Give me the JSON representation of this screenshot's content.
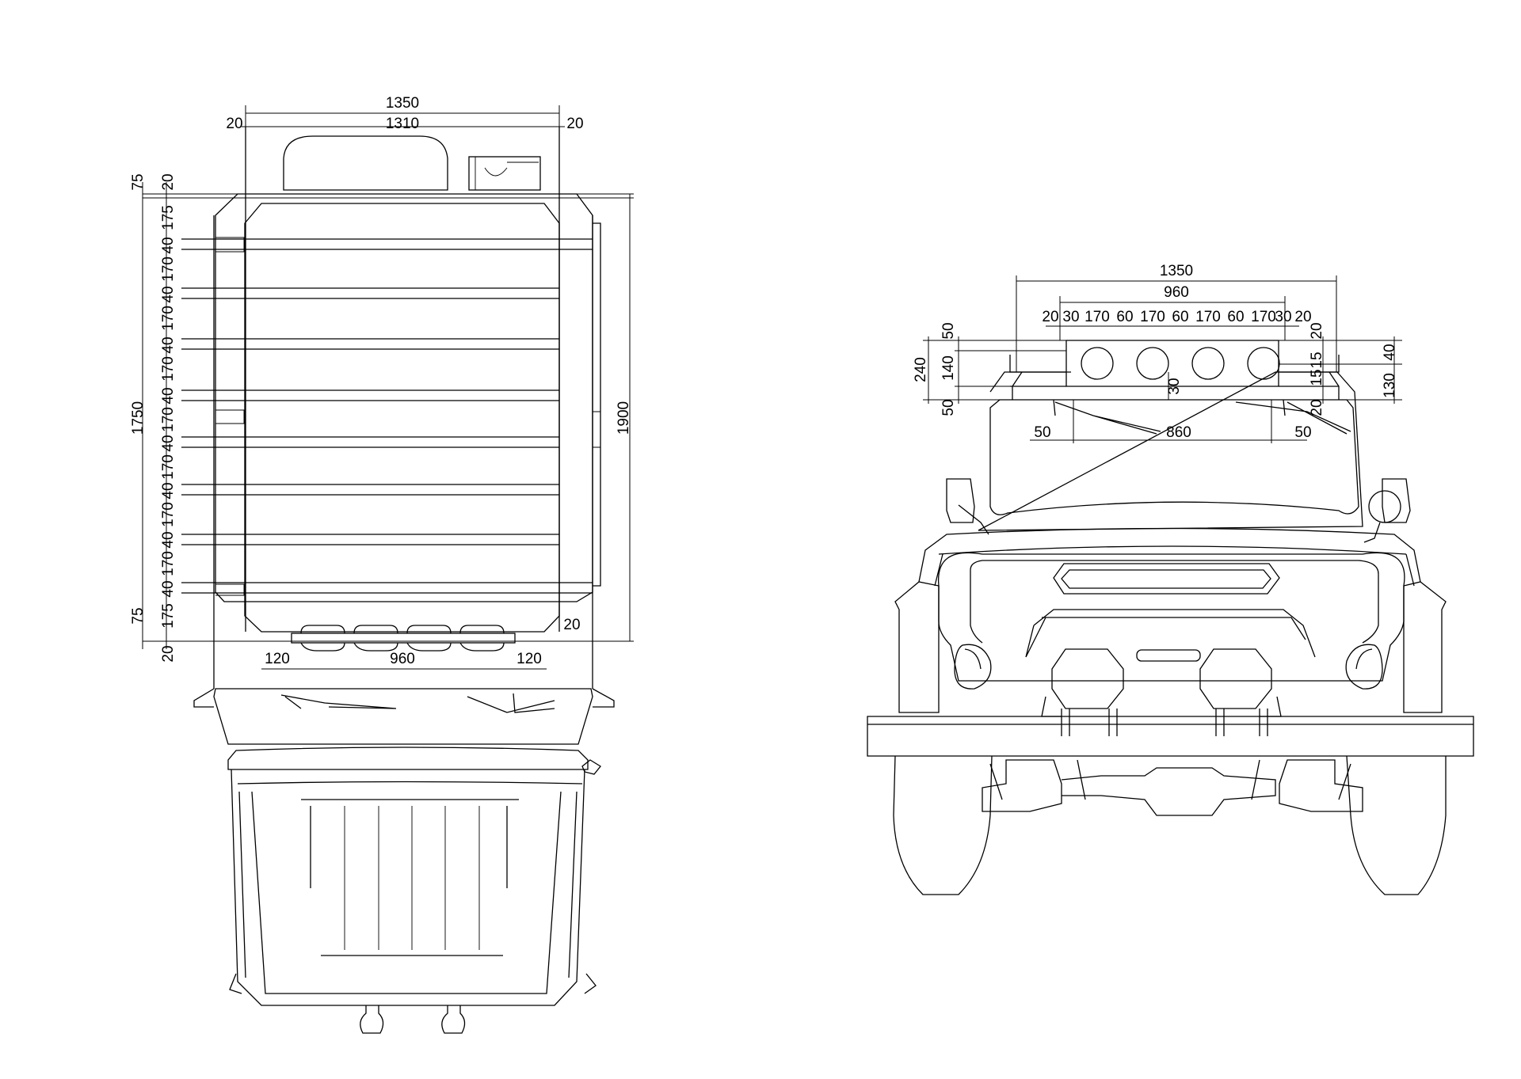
{
  "colors": {
    "line": "#000000",
    "background": "#ffffff"
  },
  "top_view": {
    "dims": {
      "overall_width": "1350",
      "inner_width": "1310",
      "edge_left": "20",
      "edge_right": "20",
      "overall_height": "1900",
      "inner_height": "1750",
      "end_75_top": "75",
      "end_20_top": "20",
      "end_75_bottom": "75",
      "end_20_bottom": "20",
      "edge_175_top": "175",
      "edge_175_bottom": "175",
      "rail_40": "40",
      "space_170": "170",
      "bottom_20": "20",
      "lights_spacing_left": "120",
      "lights_width": "960",
      "lights_spacing_right": "120"
    }
  },
  "front_view": {
    "dims": {
      "overall_width": "1350",
      "lights_width": "960",
      "chain": [
        "20",
        "30",
        "170",
        "60",
        "170",
        "60",
        "170",
        "60",
        "170",
        "30",
        "20"
      ],
      "left_50_top": "50",
      "left_140": "140",
      "left_50_bottom": "50",
      "left_240": "240",
      "right_20_top": "20",
      "right_15_a": "15",
      "right_15_b": "15",
      "right_20_bottom": "20",
      "right_40": "40",
      "right_130": "130",
      "center_30": "30",
      "bottom_50_left": "50",
      "bottom_860": "860",
      "bottom_50_right": "50"
    }
  }
}
